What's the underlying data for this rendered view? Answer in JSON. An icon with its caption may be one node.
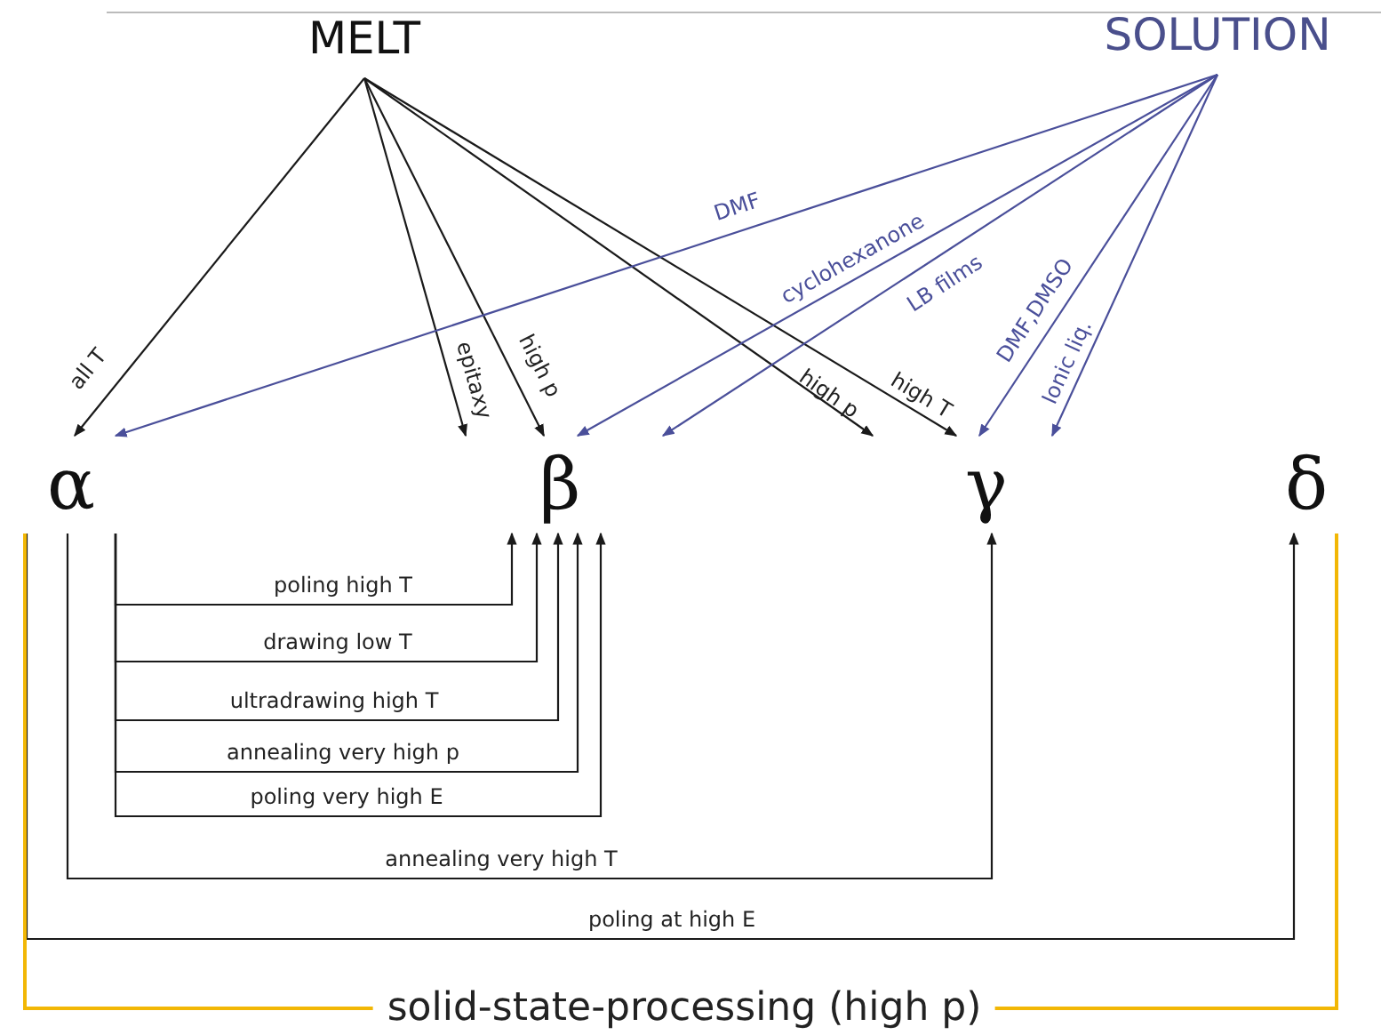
{
  "diagram": {
    "nodes": [
      {
        "text": [
          "MELT"
        ]
      },
      {
        "text": [
          "SOLUTION"
        ]
      },
      {
        "text": [
          "α"
        ]
      },
      {
        "text": [
          "β"
        ]
      },
      {
        "text": [
          "γ"
        ]
      },
      {
        "text": [
          "δ"
        ]
      }
    ],
    "edges": [
      {
        "from": 0,
        "to": 2,
        "arrow": "to",
        "label": "all T"
      },
      {
        "from": 0,
        "to": 3,
        "arrow": "to",
        "label": "epitaxy"
      },
      {
        "from": 0,
        "to": 3,
        "arrow": "to",
        "label": "high p"
      },
      {
        "from": 0,
        "to": 4,
        "arrow": "to",
        "label": "high p"
      },
      {
        "from": 0,
        "to": 4,
        "arrow": "to",
        "label": "high T"
      },
      {
        "from": 1,
        "to": 2,
        "arrow": "to",
        "label": "DMF",
        "color": "#4a4f9a"
      },
      {
        "from": 1,
        "to": 3,
        "arrow": "to",
        "label": "cyclohexanone",
        "color": "#4a4f9a"
      },
      {
        "from": 1,
        "to": 3,
        "arrow": "to",
        "label": "LB films",
        "color": "#4a4f9a"
      },
      {
        "from": 1,
        "to": 4,
        "arrow": "to",
        "label": "DMF,DMSO",
        "color": "#4a4f9a"
      },
      {
        "from": 1,
        "to": 4,
        "arrow": "to",
        "label": "Ionic liq.",
        "color": "#4a4f9a"
      },
      {
        "from": 2,
        "to": 3,
        "arrow": "to",
        "label": "poling high T"
      },
      {
        "from": 2,
        "to": 3,
        "arrow": "to",
        "label": "drawing low T"
      },
      {
        "from": 2,
        "to": 3,
        "arrow": "to",
        "label": "ultradrawing high T"
      },
      {
        "from": 2,
        "to": 3,
        "arrow": "to",
        "label": "annealing very high p"
      },
      {
        "from": 2,
        "to": 3,
        "arrow": "to",
        "label": "poling very high E"
      },
      {
        "from": 2,
        "to": 4,
        "arrow": "to",
        "label": "annealing very high T"
      },
      {
        "from": 2,
        "to": 5,
        "arrow": "to",
        "label": "poling at high E"
      },
      {
        "from": 2,
        "to": 5,
        "arrow": "none",
        "label": "solid-state-processing (high p)",
        "color": "#f2b705"
      }
    ]
  }
}
